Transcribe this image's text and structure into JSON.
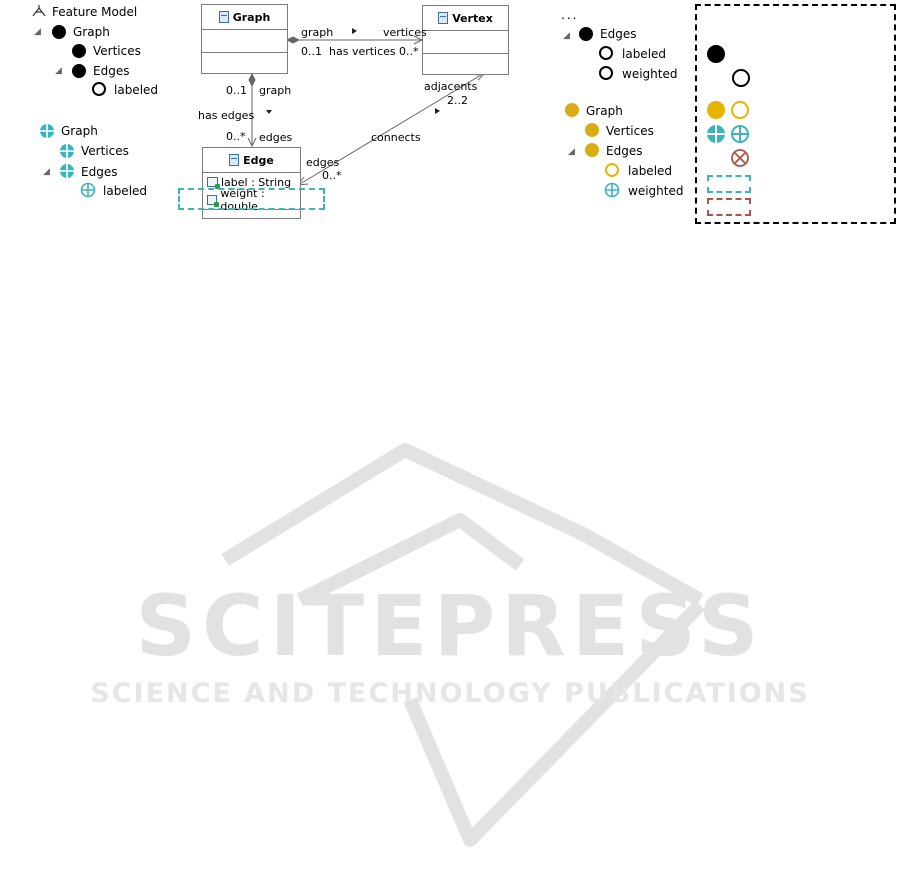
{
  "colors": {
    "black": "#000000",
    "teal": "#3cb4bc",
    "gold": "#e6b400",
    "gold_dark": "#d8ac14",
    "red": "#b0514a",
    "watermark": "#dedede"
  },
  "left_tree_1": {
    "root": "Feature Model",
    "graph": "Graph",
    "vertices": "Vertices",
    "edges": "Edges",
    "labeled": "labeled"
  },
  "left_tree_2": {
    "graph": "Graph",
    "vertices": "Vertices",
    "edges": "Edges",
    "labeled": "labeled"
  },
  "uml": {
    "graph_class": "Graph",
    "vertex_class": "Vertex",
    "edge_class": "Edge",
    "edge_attrs": [
      "label : String",
      "weight : double"
    ],
    "assoc_graph_vertices": {
      "end_a": "graph",
      "end_b": "vertices",
      "mult_a": "0..1",
      "mult_b": "0..*",
      "name": "has vertices"
    },
    "assoc_graph_edges": {
      "end_a": "graph",
      "end_b": "edges",
      "mult_a": "0..1",
      "mult_b": "0..*",
      "name": "has edges"
    },
    "assoc_vertex_edges": {
      "end_a": "adjacents",
      "end_b": "edges",
      "mult_a": "2..2",
      "mult_b": "0..*",
      "name": "connects"
    }
  },
  "right_tree_1": {
    "ellipsis": "...",
    "edges": "Edges",
    "labeled": "labeled",
    "weighted": "weighted"
  },
  "right_tree_2": {
    "graph": "Graph",
    "vertices": "Vertices",
    "edges": "Edges",
    "labeled": "labeled",
    "weighted": "weighted"
  },
  "watermark": {
    "brand": "SCITEPRESS",
    "tagline": "SCIENCE AND TECHNOLOGY PUBLICATIONS"
  }
}
